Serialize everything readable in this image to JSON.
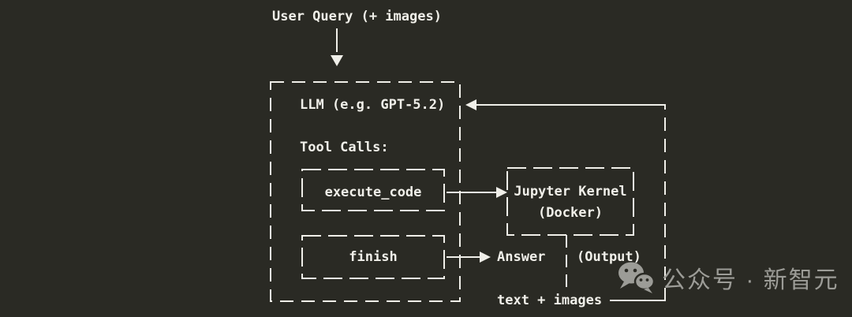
{
  "colors": {
    "background": "#2a2a24",
    "line": "#f0efe9",
    "watermark": "#9c9c97"
  },
  "diagram": {
    "user_query_label": "User Query (+ images)",
    "llm_box": {
      "title": "LLM (e.g. GPT-5.2)",
      "tool_calls_label": "Tool Calls:",
      "tools": [
        {
          "label": "execute_code"
        },
        {
          "label": "finish"
        }
      ]
    },
    "jupyter_box": {
      "line1": "Jupyter Kernel",
      "line2": "(Docker)"
    },
    "answer_label": "Answer",
    "output_label": "(Output)",
    "output_payload_label": "text + images"
  },
  "watermark": {
    "icon": "wechat-icon",
    "text": "公众号 · 新智元"
  }
}
